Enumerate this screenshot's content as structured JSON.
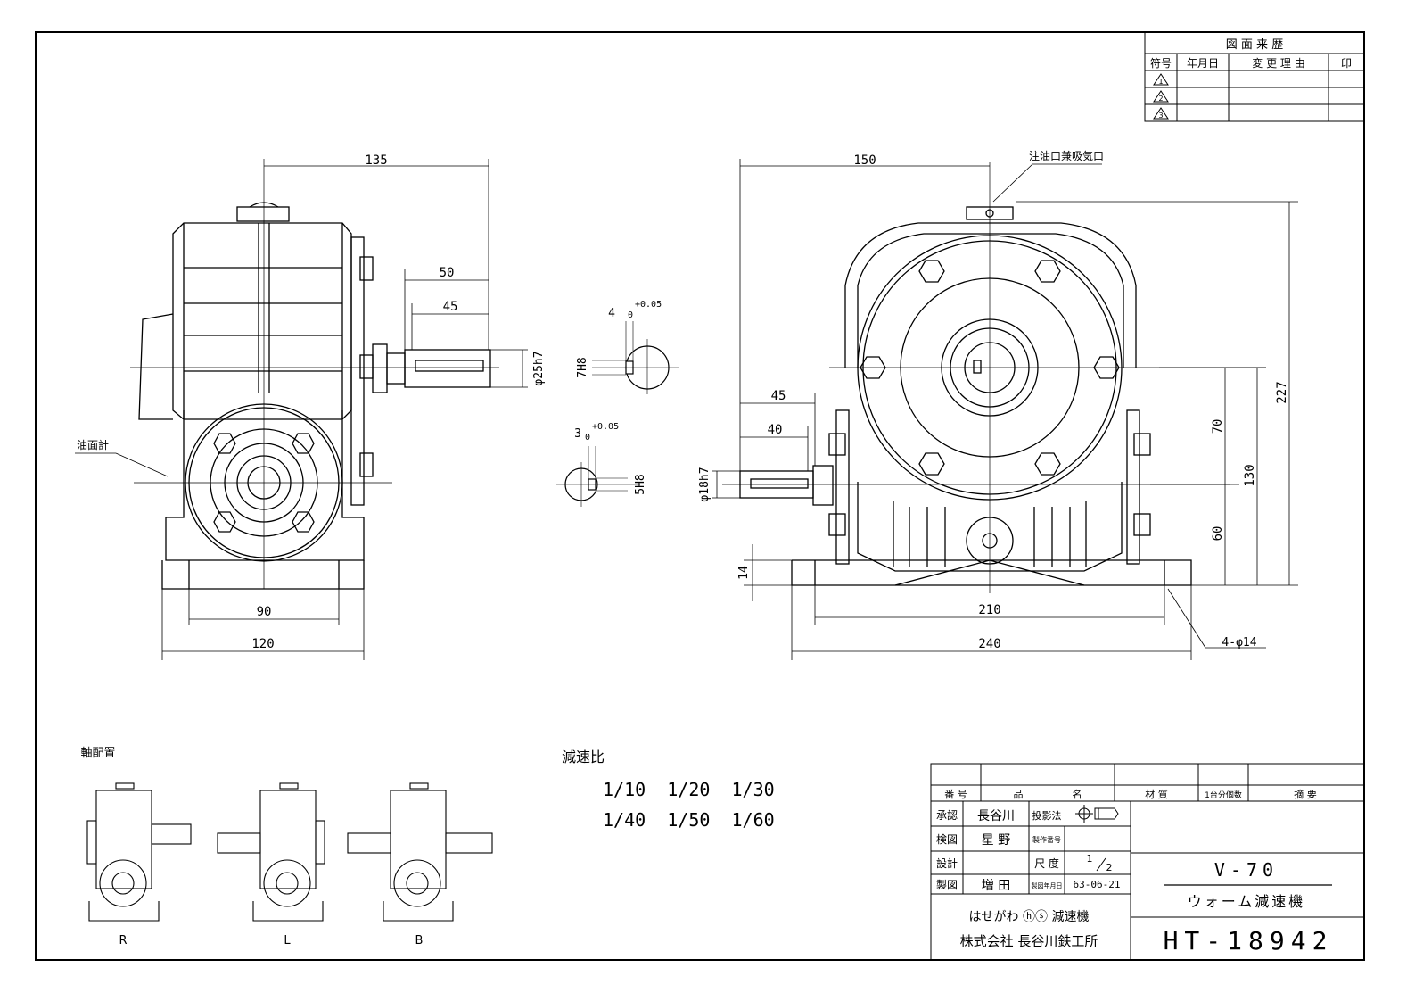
{
  "revision_table": {
    "title": "図 面 来 歴",
    "headers": [
      "符号",
      "年月日",
      "変 更 理 由",
      "印"
    ],
    "marks": [
      "1",
      "2",
      "3"
    ]
  },
  "front_view": {
    "dims": {
      "overall_to_shaft": "135",
      "shaft_len": "50",
      "key_len": "45",
      "shaft_dia": "φ25h7",
      "base_inner": "90",
      "base_outer": "120"
    },
    "label_oil_gauge": "油面計"
  },
  "side_view": {
    "dims": {
      "to_center": "150",
      "shaft_len": "45",
      "key_len": "40",
      "shaft_dia": "φ18h7",
      "base_h": "14",
      "h60": "60",
      "h70": "70",
      "h130": "130",
      "h227": "227",
      "base_inner": "210",
      "base_outer": "240",
      "holes": "4-φ14"
    },
    "label_oil_inlet": "注油口兼吸気口"
  },
  "keyways": {
    "upper": {
      "width": "4",
      "tol": "+0.05",
      "tol0": "0",
      "depth": "7H8"
    },
    "lower": {
      "width": "3",
      "tol": "+0.05",
      "tol0": "0",
      "depth": "5H8"
    }
  },
  "arrangement": {
    "title": "軸配置",
    "labels": [
      "R",
      "L",
      "B"
    ]
  },
  "ratios": {
    "title": "減速比",
    "row1": "1/10  1/20  1/30",
    "row2": "1/40  1/50  1/60"
  },
  "title_block": {
    "header": {
      "num": "番 号",
      "name1": "品",
      "name2": "名",
      "material": "材 質",
      "qty": "1台分個数",
      "note": "摘 要"
    },
    "approved_label": "承認",
    "approved_by": "長谷川",
    "projection_label": "投影法",
    "checked_label": "検図",
    "checked_by": "星 野",
    "prodno_label": "製作番号",
    "design_label": "設計",
    "scale_label": "尺 度",
    "scale_num": "1",
    "scale_den": "2",
    "drawn_label": "製図",
    "drawn_by": "増 田",
    "date_label": "製図年月日",
    "date": "63-06-21",
    "product_code": "V-70",
    "product_name": "ウォーム減速機",
    "brand": "はせがわ ⓗⓢ 減速機",
    "company": "株式会社 長谷川鉄工所",
    "drawing_no": "HT-18942"
  }
}
